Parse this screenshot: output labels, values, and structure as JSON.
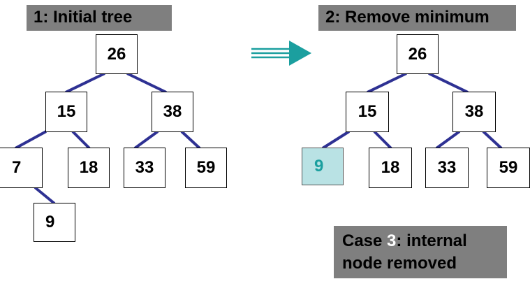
{
  "panels": {
    "left": {
      "title": "1: Initial tree",
      "nodes": {
        "root": "26",
        "l": "15",
        "r": "38",
        "ll": "7",
        "lr": "18",
        "rl": "33",
        "rr": "59",
        "llr": "9"
      }
    },
    "right": {
      "title": "2: Remove minimum",
      "nodes": {
        "root": "26",
        "l": "15",
        "r": "38",
        "ll": "9",
        "lr": "18",
        "rl": "33",
        "rr": "59"
      }
    }
  },
  "case_note": {
    "pre": "Case ",
    "number": "3",
    "post": ": internal",
    "line2": "node removed"
  },
  "colors": {
    "edge": "#2e3193",
    "arrow": "#1b9f9f",
    "label_bg": "#7f7f7f",
    "highlight_fill": "#b9e2e4",
    "highlight_text": "#1b9f9f"
  }
}
